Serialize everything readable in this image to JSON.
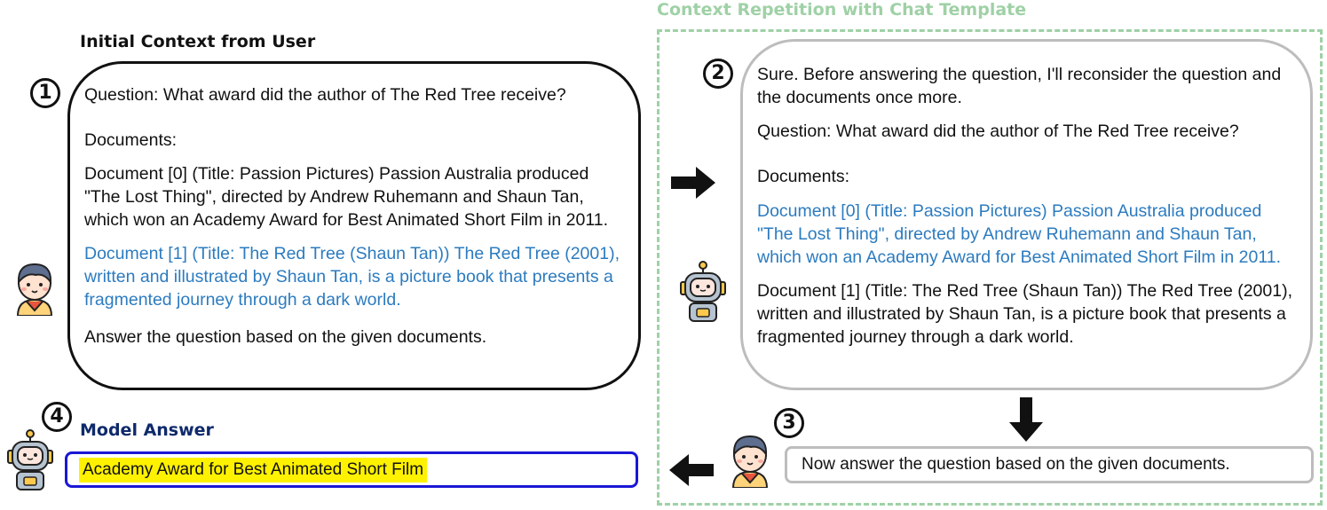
{
  "left": {
    "title": "Initial Context from User",
    "step_number": "1",
    "question": "Question: What award did the author of The Red Tree receive?",
    "documents_label": "Documents:",
    "doc0": "Document [0] (Title: Passion Pictures) Passion Australia produced \"The Lost Thing\", directed by Andrew Ruhemann and Shaun Tan, which won an Academy Award for Best Animated Short Film in 2011.",
    "doc1": "Document [1] (Title: The Red Tree (Shaun Tan)) The Red Tree (2001), written and illustrated by Shaun Tan, is a picture book that presents a fragmented journey through a dark world.",
    "instruction": "Answer the question based on the given documents."
  },
  "right": {
    "title": "Context Repetition with Chat Template",
    "step_number": "2",
    "intro": "Sure. Before answering the question, I'll reconsider the question and the documents once more.",
    "question": "Question: What award did the author of The Red Tree receive?",
    "documents_label": "Documents:",
    "doc0": "Document [0] (Title: Passion Pictures) Passion Australia produced \"The Lost Thing\", directed by Andrew Ruhemann and Shaun Tan, which won an Academy Award for Best Animated Short Film in 2011.",
    "doc1": "Document [1] (Title: The Red Tree (Shaun Tan)) The Red Tree (2001), written and illustrated by Shaun Tan, is a picture book that presents a fragmented journey through a dark world."
  },
  "step3": {
    "step_number": "3",
    "text": "Now answer the question based on the given documents."
  },
  "answer": {
    "step_number": "4",
    "title": "Model Answer",
    "text": "Academy Award for Best Animated Short Film"
  },
  "colors": {
    "dashed_border": "#9fd1a6",
    "highlight_blue": "#2c7bbf",
    "answer_border": "#1a17d6",
    "answer_title": "#0f2a6b",
    "highlight_yellow": "#fff200",
    "gray_border": "#bdbdbd"
  }
}
